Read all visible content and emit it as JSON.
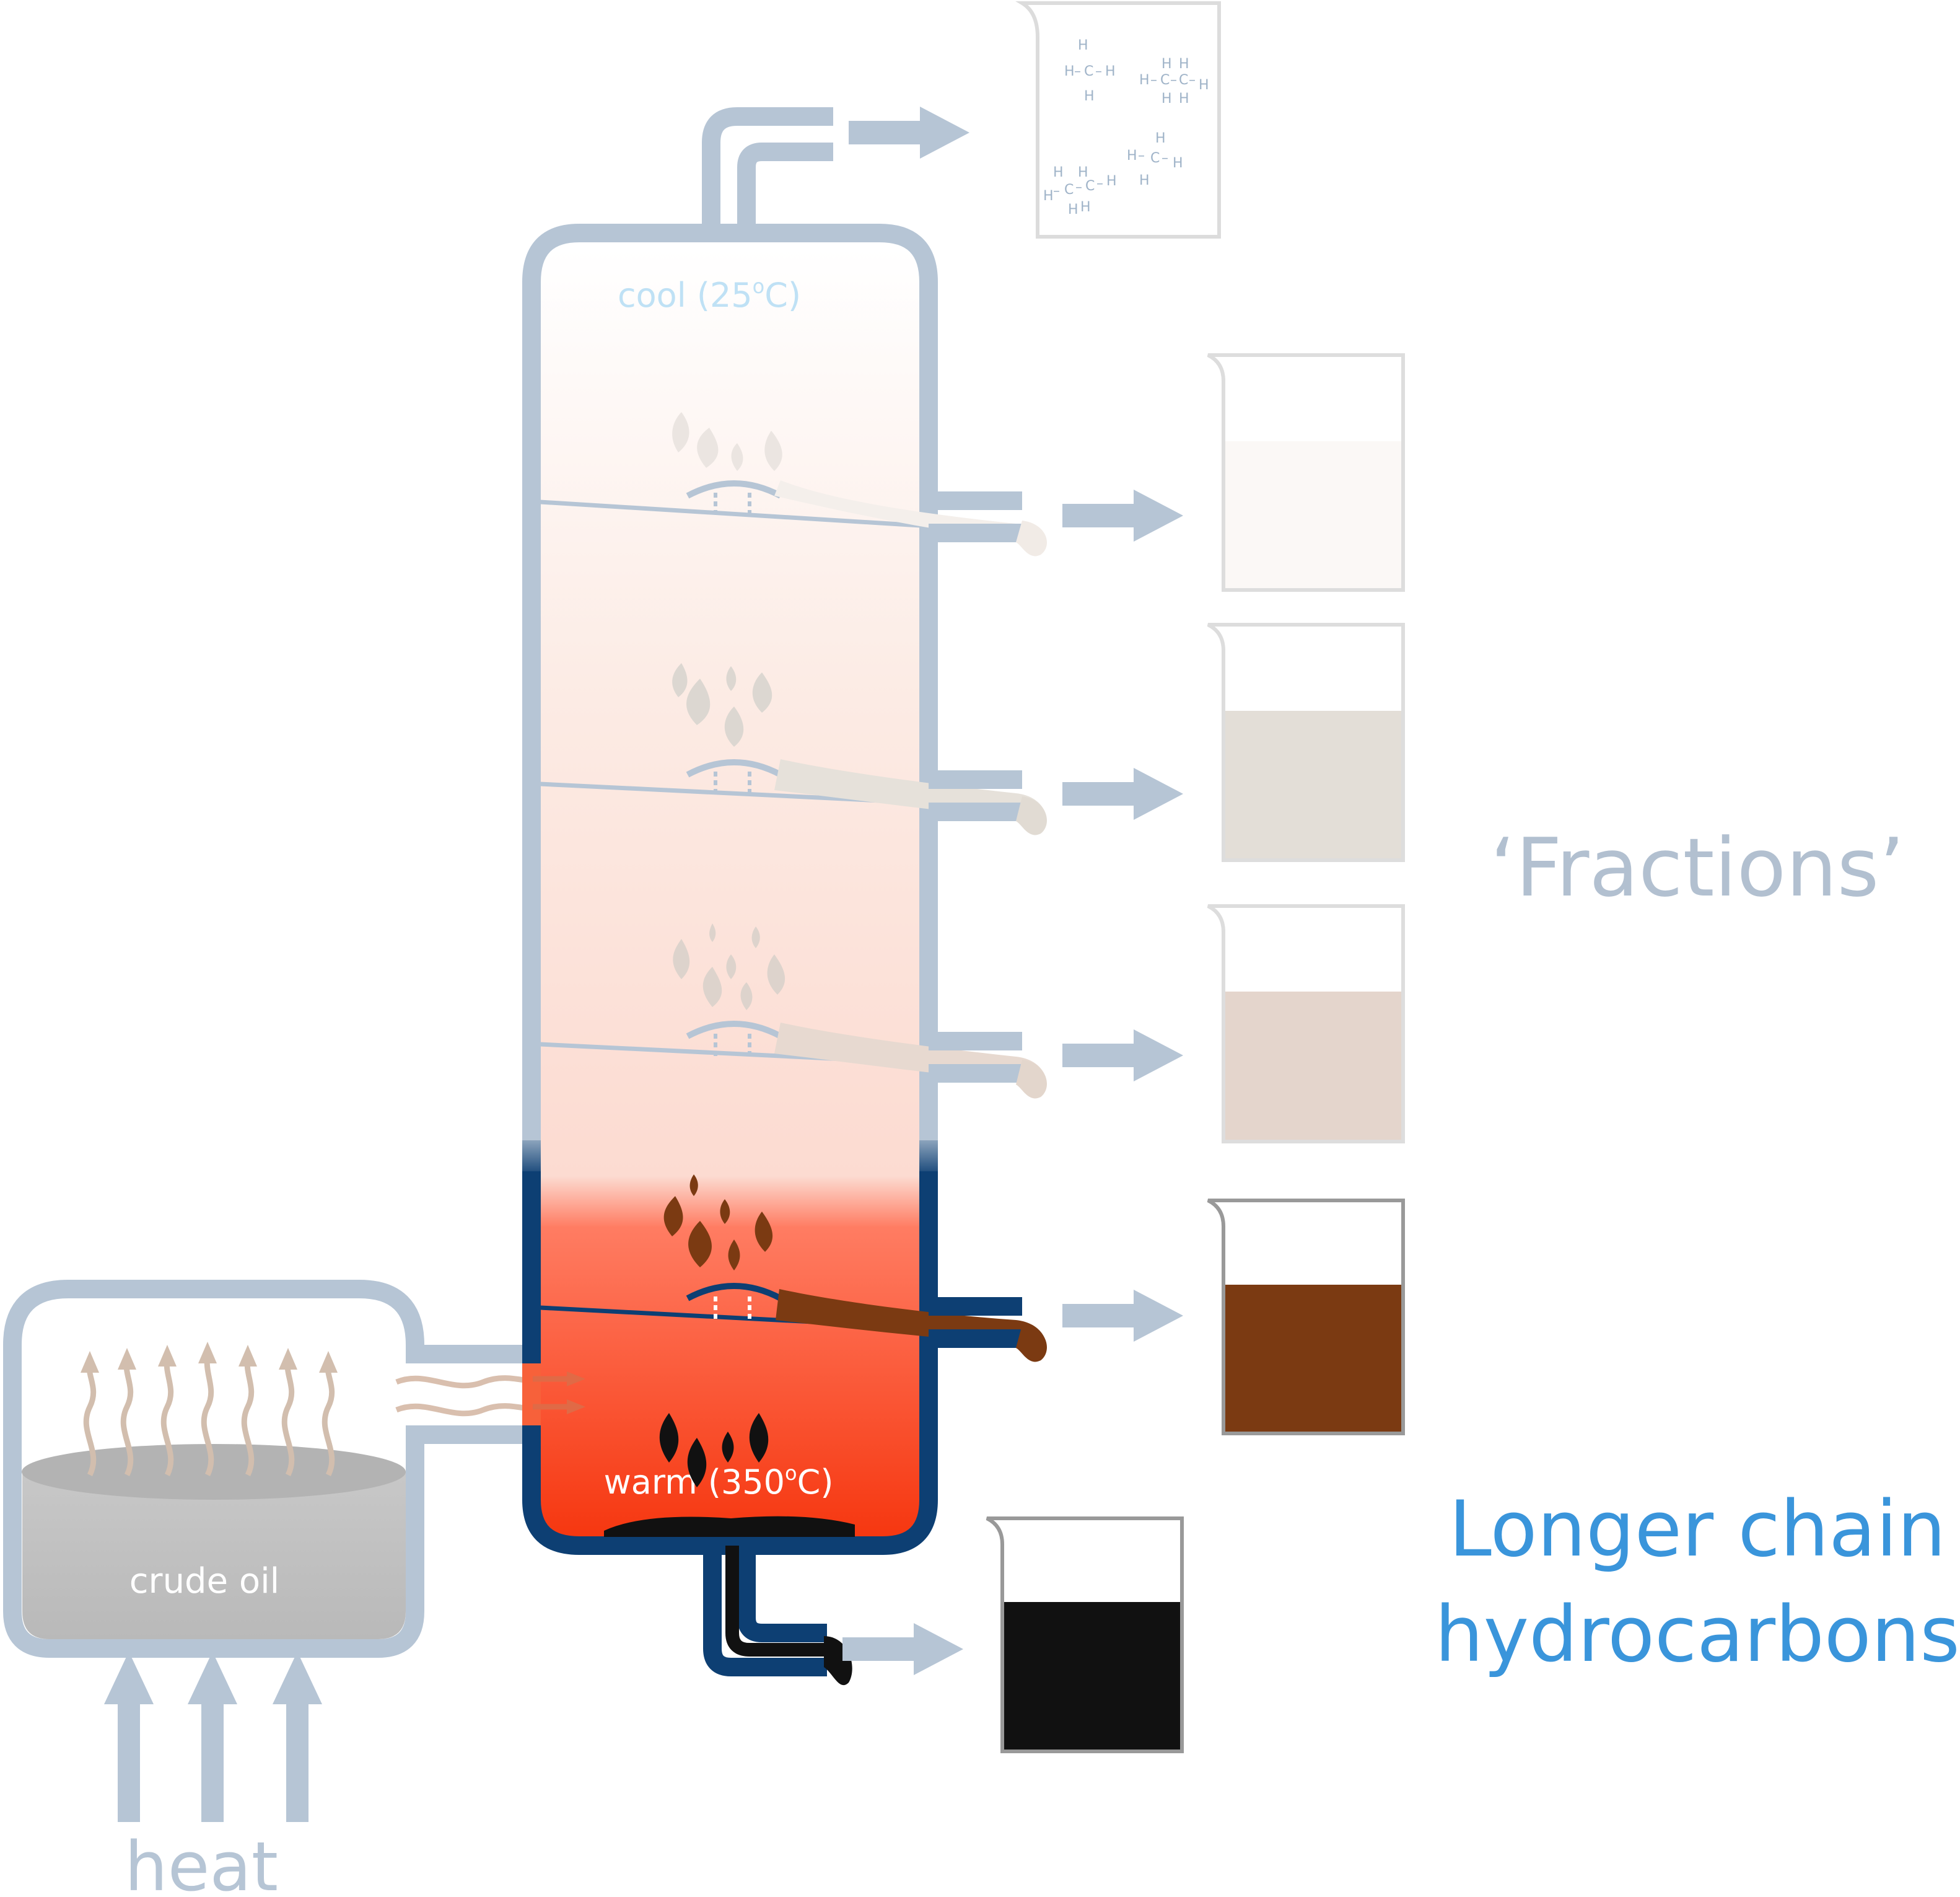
{
  "labels": {
    "cool": "cool (25",
    "cool_sup": "o",
    "cool_end": "C)",
    "warm": "warm (350",
    "warm_sup": "o",
    "warm_end": "C)",
    "crude_oil": "crude oil",
    "heat": "heat",
    "fractions": "‘Fractions’",
    "longer_line1": "Longer chain",
    "longer_line2": "hydrocarbons"
  },
  "molecule": {
    "h": "H",
    "c": "C",
    "bond": "–"
  },
  "colors": {
    "pipe_light": "#b6c5d5",
    "pipe_dark": "#0d3f73",
    "hot_top": "#ff7a63",
    "hot_bottom": "#f63710",
    "cool_text": "#bfe1f5",
    "crude_grey": "#bdbdbd",
    "fraction_1": "#fbf8f6",
    "fraction_2": "#e3ded7",
    "fraction_3": "#e4d5cc",
    "fraction_4": "#7b3a12",
    "residue": "#111111",
    "longer_text": "#3a95db",
    "fractions_text": "#b2c0d0"
  }
}
